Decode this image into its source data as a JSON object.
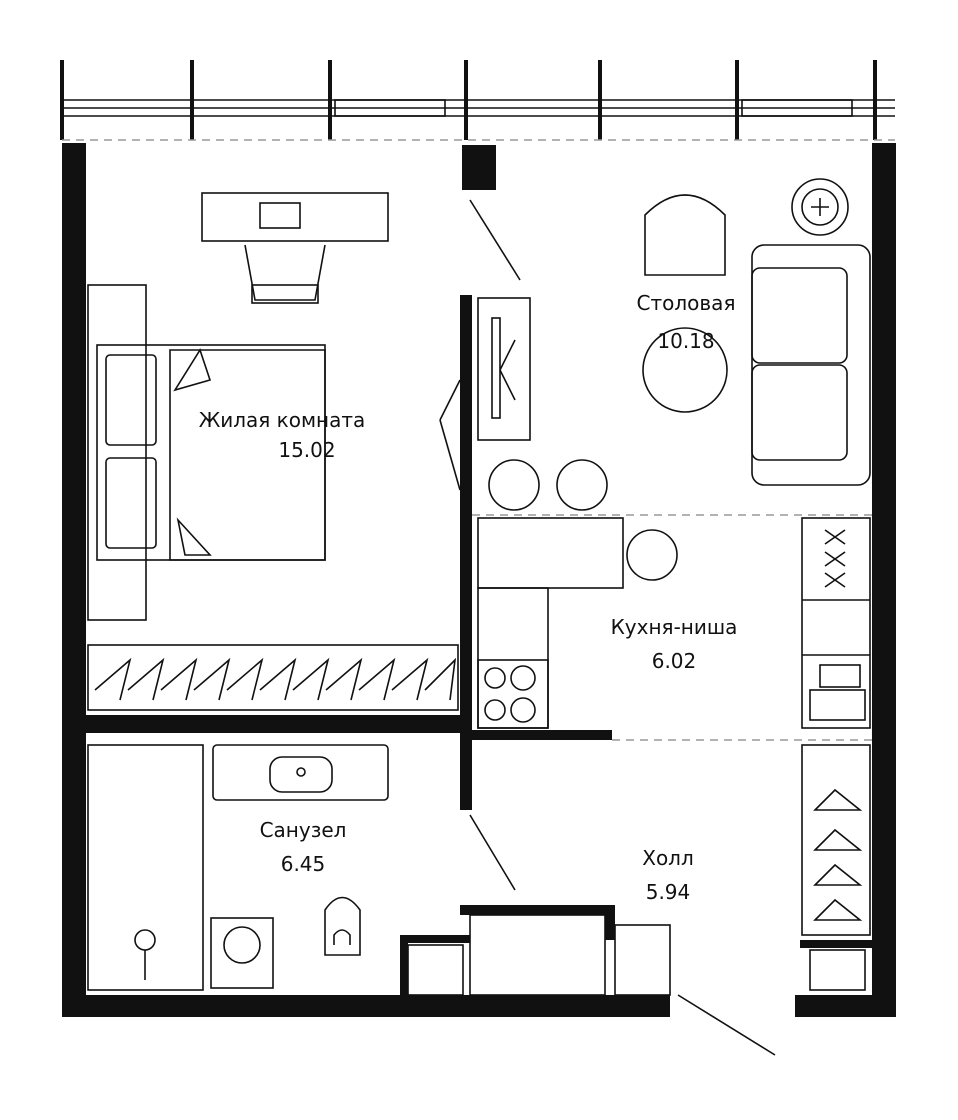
{
  "rooms": [
    {
      "name": "Жилая комната",
      "area": "15.02"
    },
    {
      "name": "Столовая",
      "area": "10.18"
    },
    {
      "name": "Кухня-ниша",
      "area": "6.02"
    },
    {
      "name": "Санузел",
      "area": "6.45"
    },
    {
      "name": "Холл",
      "area": "5.94"
    }
  ],
  "colors": {
    "wall": "#111111",
    "line": "#111111",
    "zone_divider": "#999999"
  }
}
